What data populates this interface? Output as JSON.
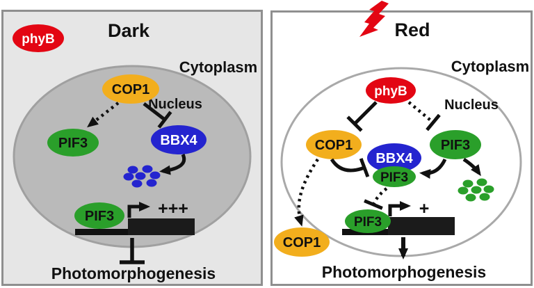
{
  "left": {
    "title": "Dark",
    "cytoplasm": "Cytoplasm",
    "nucleus": "Nucleus",
    "phyb": "phyB",
    "cop1": "COP1",
    "pif3": "PIF3",
    "bbx4": "BBX4",
    "pif3_promoter": "PIF3",
    "activity": "+++",
    "output": "Photomorphogenesis"
  },
  "right": {
    "title": "Red",
    "cytoplasm": "Cytoplasm",
    "nucleus": "Nucleus",
    "phyb": "phyB",
    "cop1_nuclear": "COP1",
    "cop1_cytoplasmic": "COP1",
    "bbx4": "BBX4",
    "pif3_free": "PIF3",
    "pif3_complex": "PIF3",
    "pif3_promoter": "PIF3",
    "activity": "+",
    "output": "Photomorphogenesis"
  },
  "colors": {
    "red": "#e30613",
    "yellow": "#f2ae1d",
    "green": "#2a9f2a",
    "blue": "#2424cf",
    "black": "#111111"
  }
}
